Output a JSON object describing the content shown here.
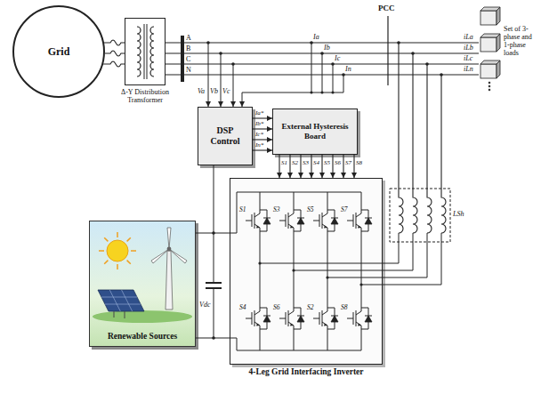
{
  "diagram": {
    "nodes": [
      {
        "text": [
          "Grid"
        ]
      },
      {
        "text": [
          "Δ-Y Distribution Transformer"
        ]
      },
      {
        "text": [
          "Set of 3-phase and 1-phase loads"
        ]
      },
      {
        "text": [
          "DSP Control"
        ]
      },
      {
        "text": [
          "External Hysteresis Board"
        ]
      },
      {
        "text": [
          "Renewable Sources"
        ]
      },
      {
        "text": [
          "4-Leg Grid Interfacing Inverter"
        ]
      }
    ],
    "edges": [
      {
        "from": 0,
        "to": 1,
        "arrow": "none"
      },
      {
        "from": 1,
        "to": 2,
        "arrow": "none"
      },
      {
        "from": 3,
        "to": 4,
        "arrow": "to"
      },
      {
        "from": 4,
        "to": 6,
        "arrow": "to"
      },
      {
        "from": 5,
        "to": 6,
        "arrow": "none"
      }
    ],
    "labels": [
      "A",
      "B",
      "C",
      "N",
      "Va",
      "Vb",
      "Vc",
      "PCC",
      "Ia",
      "Ib",
      "Ic",
      "In",
      "iLa",
      "iLb",
      "iLc",
      "iLn",
      "Ia*",
      "Ib*",
      "Ic*",
      "In*",
      "S1",
      "S2",
      "S3",
      "S4",
      "S5",
      "S6",
      "S7",
      "S8",
      "Vdc",
      "S1",
      "S3",
      "S5",
      "S7",
      "S4",
      "S6",
      "S2",
      "S8",
      "LSh"
    ]
  }
}
